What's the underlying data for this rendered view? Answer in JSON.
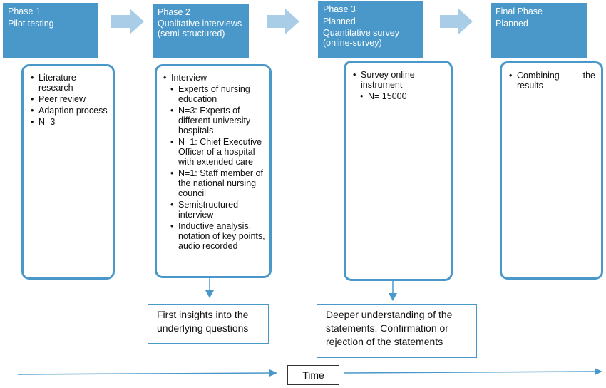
{
  "phases": [
    {
      "lines": [
        "Phase 1",
        "Pilot testing"
      ],
      "items": [
        {
          "text": "Literature research",
          "level": 1
        },
        {
          "text": "Peer review",
          "level": 1
        },
        {
          "text": "Adaption process",
          "level": 1
        },
        {
          "text": "N=3",
          "level": 1
        }
      ]
    },
    {
      "lines": [
        "Phase  2",
        "Qualitative interviews (semi-structured)"
      ],
      "items": [
        {
          "text": "Interview",
          "level": 1
        },
        {
          "text": "Experts of nursing education",
          "level": 2
        },
        {
          "text": "N=3: Experts of different university hospitals",
          "level": 2
        },
        {
          "text": "N=1: Chief Executive Officer of a hospital with extended care",
          "level": 2
        },
        {
          "text": "N=1: Staff member of the national nursing council",
          "level": 2
        },
        {
          "text": "Semistructured interview",
          "level": 2
        },
        {
          "text": "Inductive analysis, notation of key points, audio recorded",
          "level": 2
        }
      ]
    },
    {
      "lines": [
        "Phase 3",
        "Planned",
        "Quantitative survey (online-survey)"
      ],
      "items": [
        {
          "text": "Survey online instrument",
          "level": 1
        },
        {
          "text": "N= 15000",
          "level": 2
        }
      ]
    },
    {
      "lines": [
        "Final Phase",
        "Planned"
      ],
      "items": [
        {
          "text": "Combining the results",
          "level": 1
        }
      ]
    }
  ],
  "outcomes": [
    "First insights into the underlying questions",
    "Deeper understanding of the statements. Confirmation or rejection of the statements"
  ],
  "timeline_label": "Time",
  "colors": {
    "accent": "#4a98c9",
    "arrow_light": "#a9cde6"
  }
}
